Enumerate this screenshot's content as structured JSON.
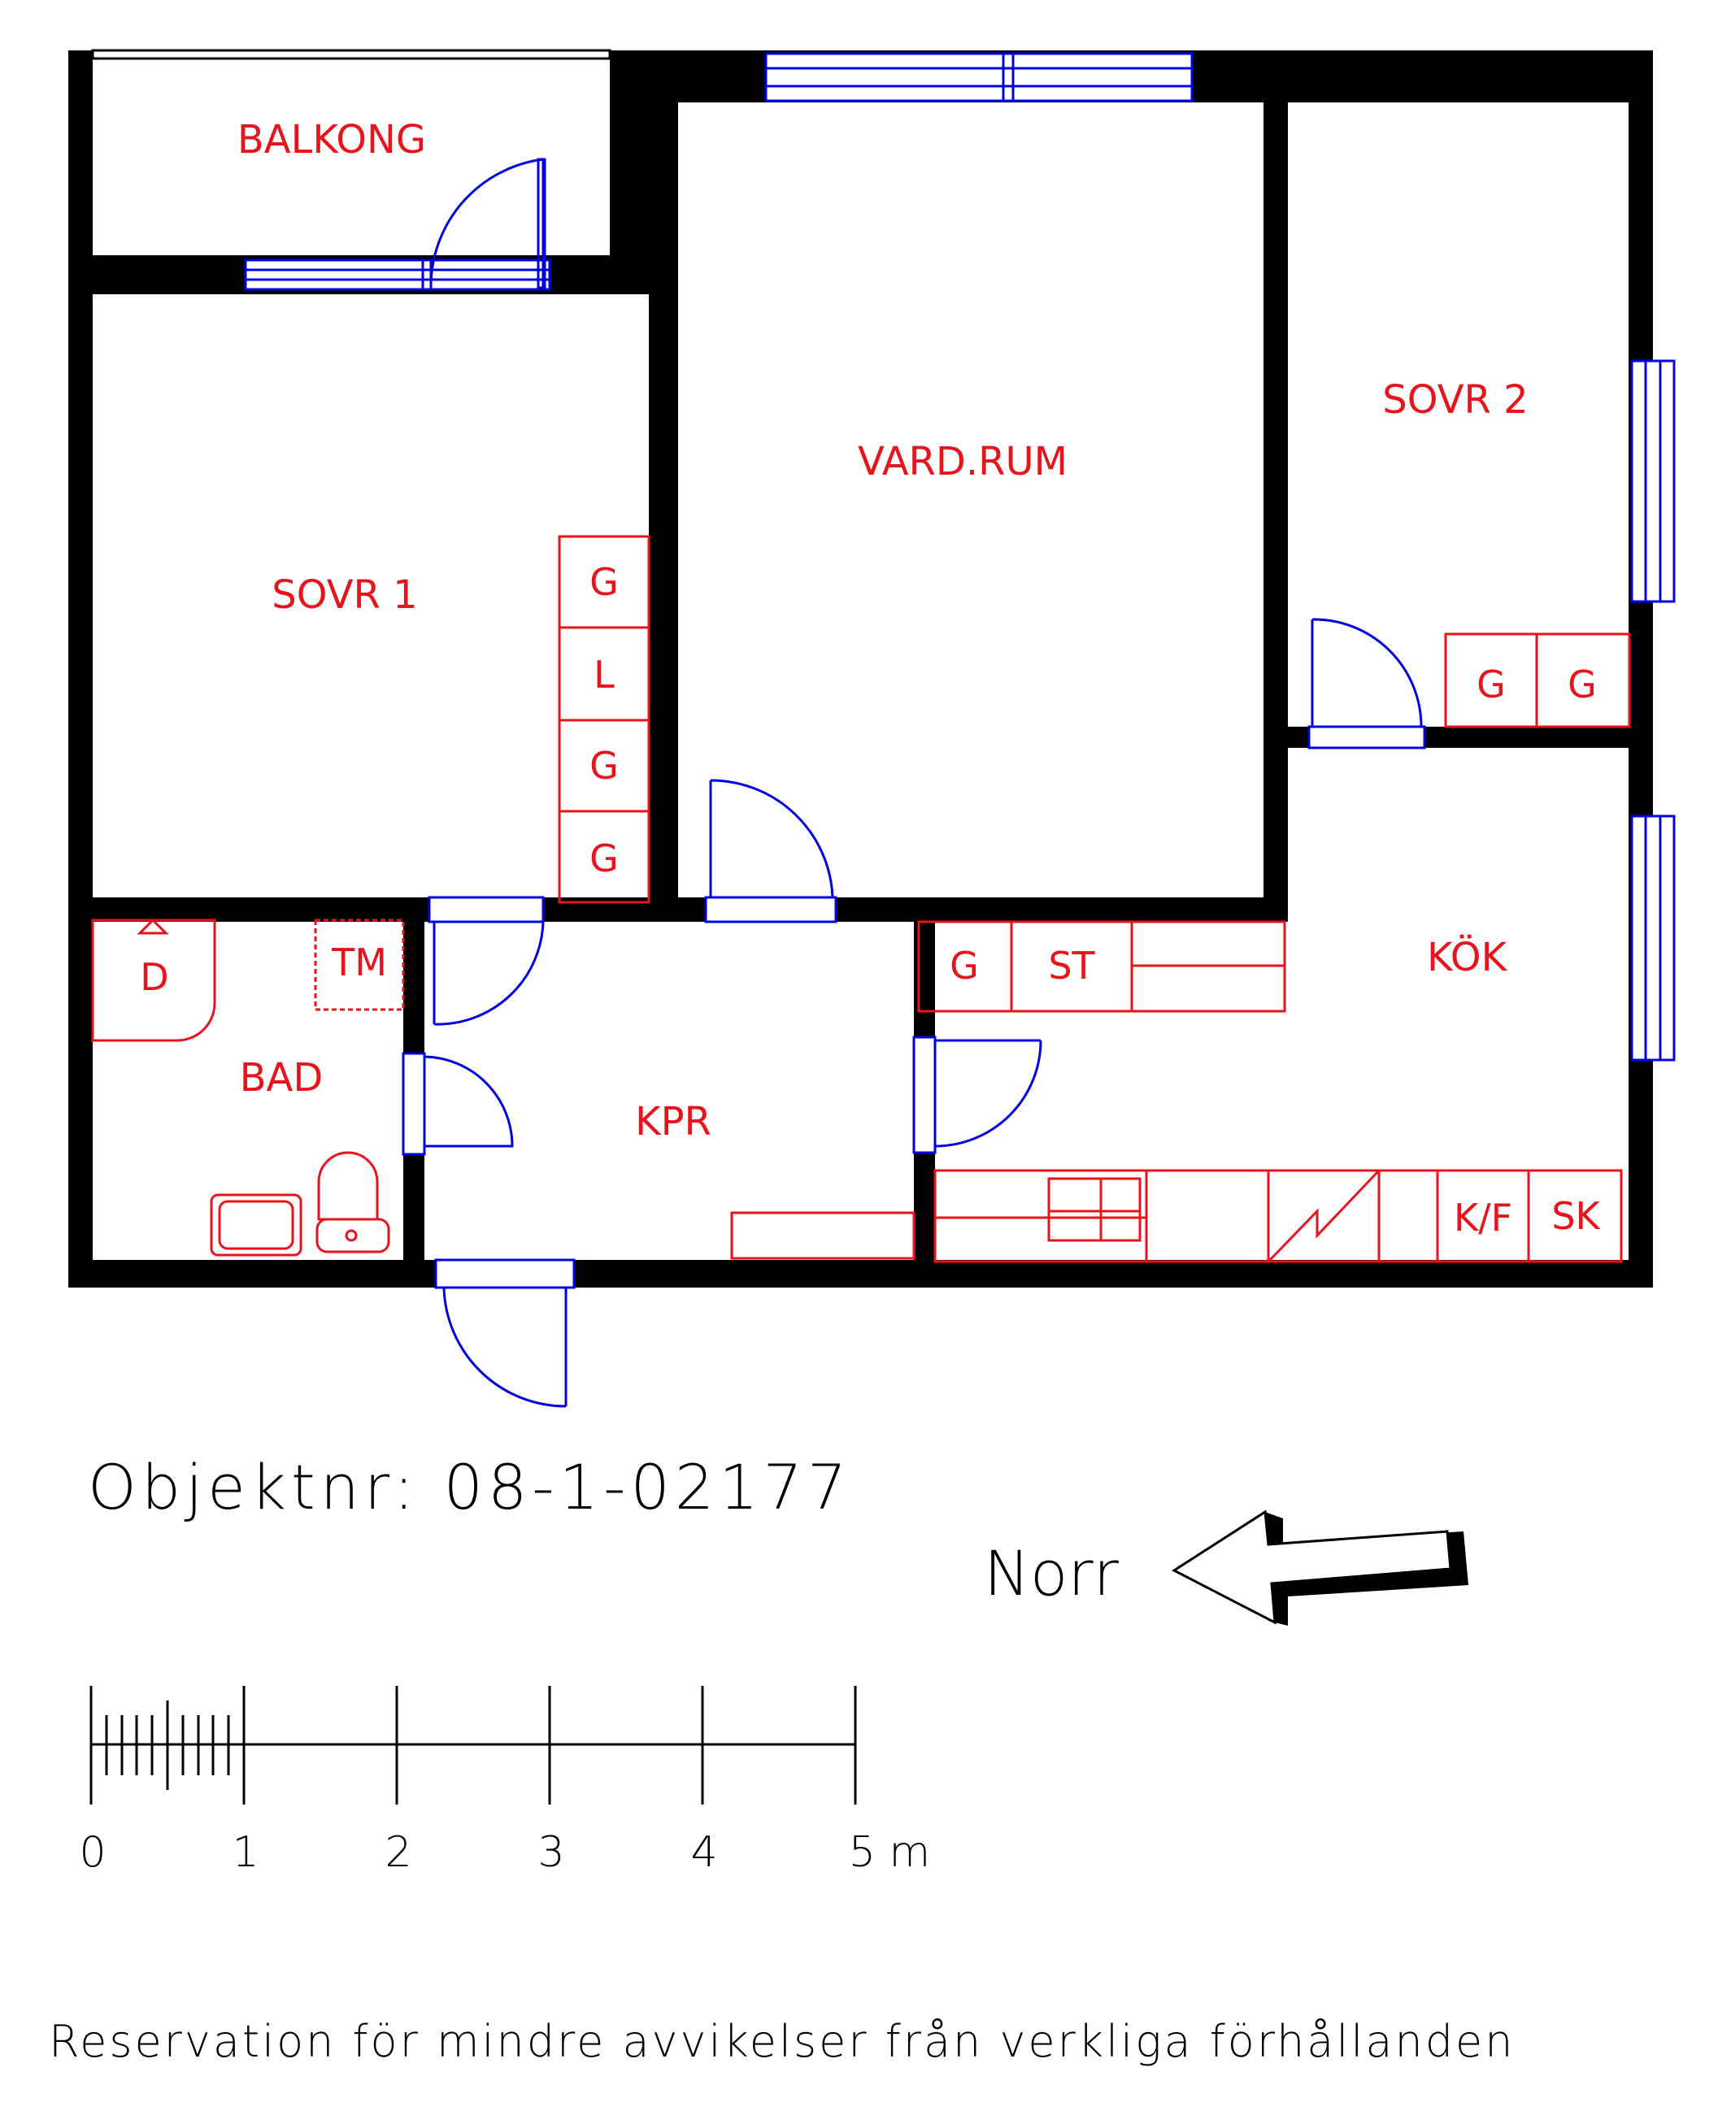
{
  "rooms": {
    "balkong": "BALKONG",
    "vardrum": "VARD.RUM",
    "sovr1": "SOVR  1",
    "sovr2": "SOVR  2",
    "bad": "BAD",
    "kpr": "KPR",
    "kok": "KÖK"
  },
  "fixtures": {
    "sovr1_g1": "G",
    "sovr1_l": "L",
    "sovr1_g2": "G",
    "sovr1_g3": "G",
    "sovr2_g1": "G",
    "sovr2_g2": "G",
    "kok_g": "G",
    "kok_st": "ST",
    "kok_kf": "K/F",
    "kok_sk": "SK",
    "bad_d": "D",
    "bad_tm": "TM"
  },
  "object_number": "Objektnr: 08-1-02177",
  "north_label": "Norr",
  "scale": {
    "labels": [
      "0",
      "1",
      "2",
      "3",
      "4",
      "5 m"
    ]
  },
  "disclaimer": "Reservation för mindre avvikelser från verkliga förhållanden",
  "colors": {
    "walls": "#000000",
    "labels": "#e8141c",
    "doors_windows": "#0000e0"
  }
}
